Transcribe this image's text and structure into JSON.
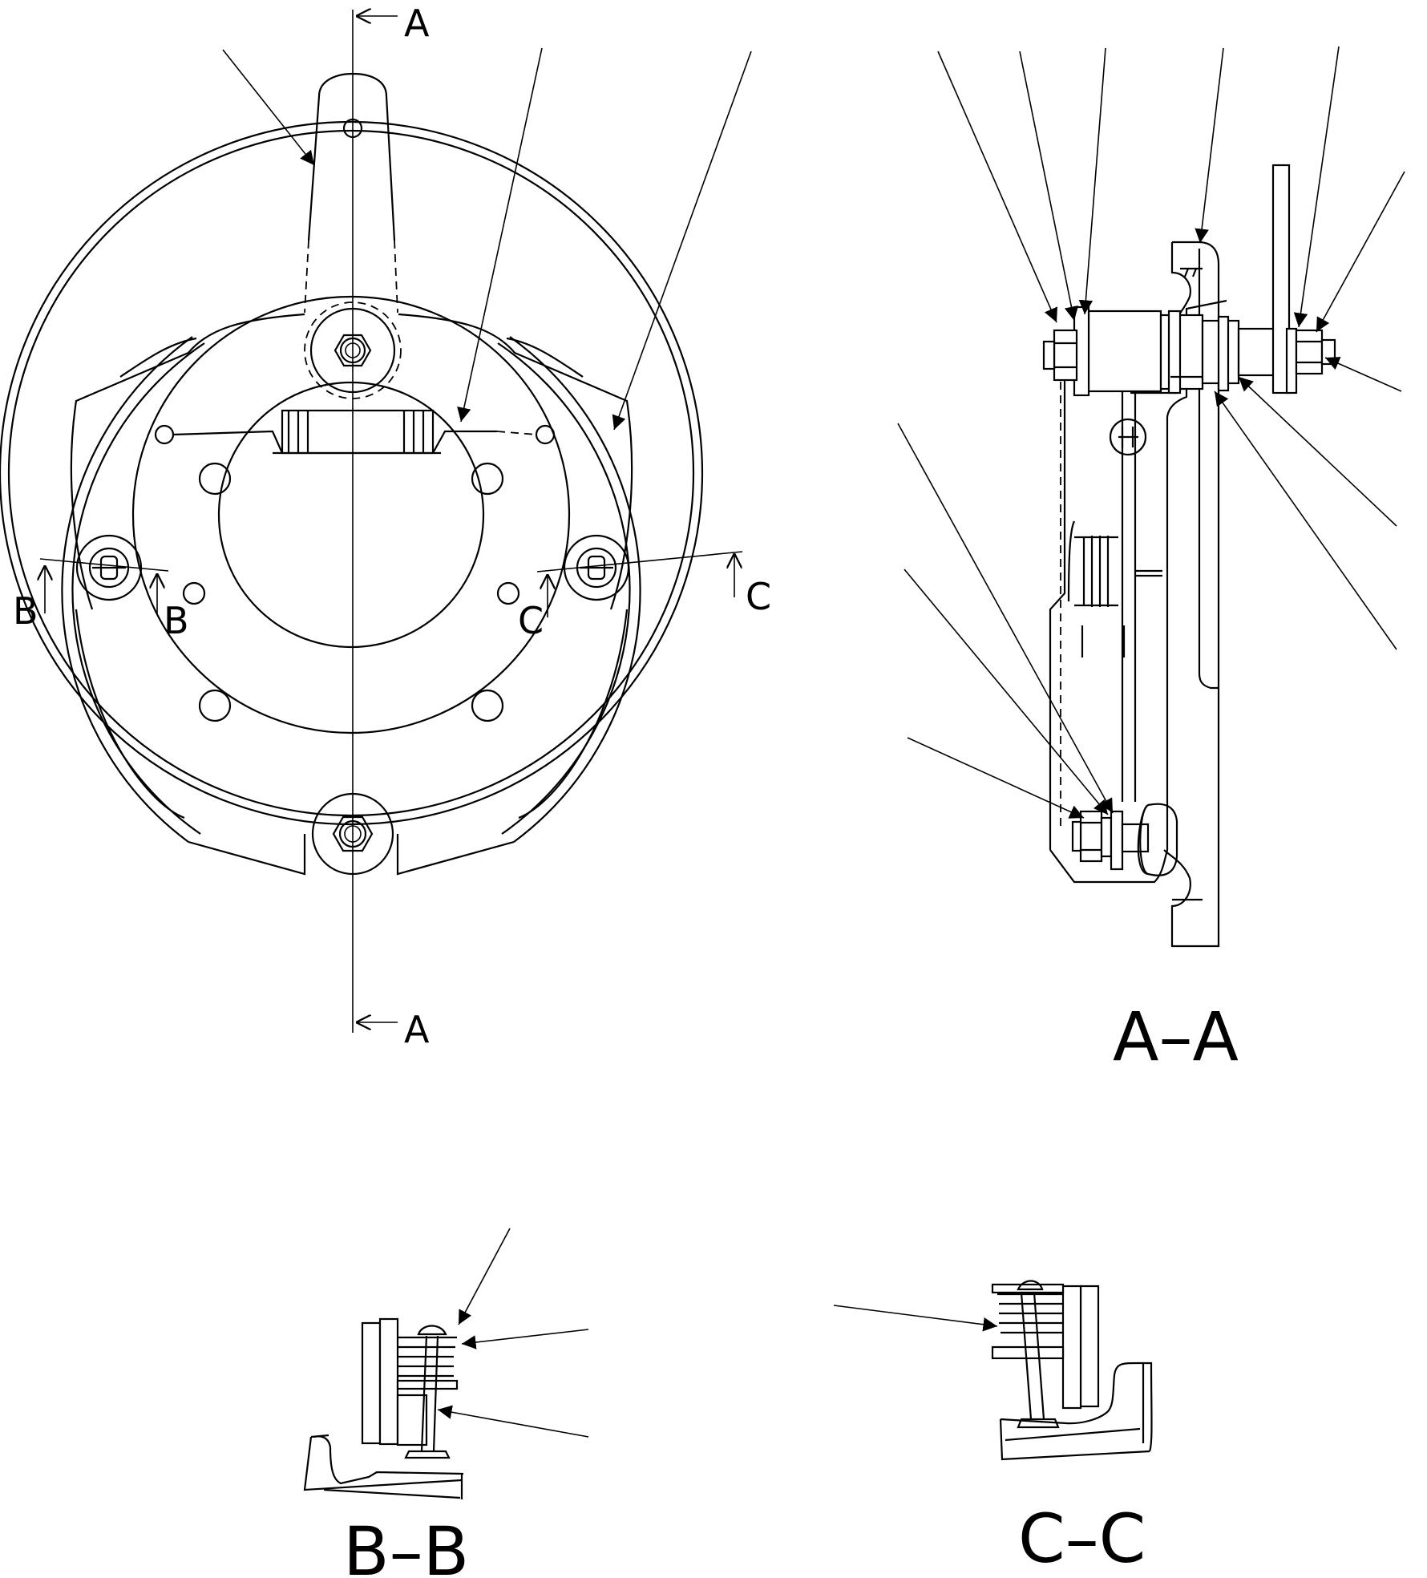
{
  "section_labels": {
    "a_top": "A",
    "a_bottom": "A",
    "b_left": "B",
    "b_right": "B",
    "c_left": "C",
    "c_right": "C"
  },
  "view_titles": {
    "section_aa": "A–A",
    "section_bb": "B–B",
    "section_cc": "C–C"
  },
  "colors": {
    "line": "#000000",
    "background": "#ffffff"
  }
}
